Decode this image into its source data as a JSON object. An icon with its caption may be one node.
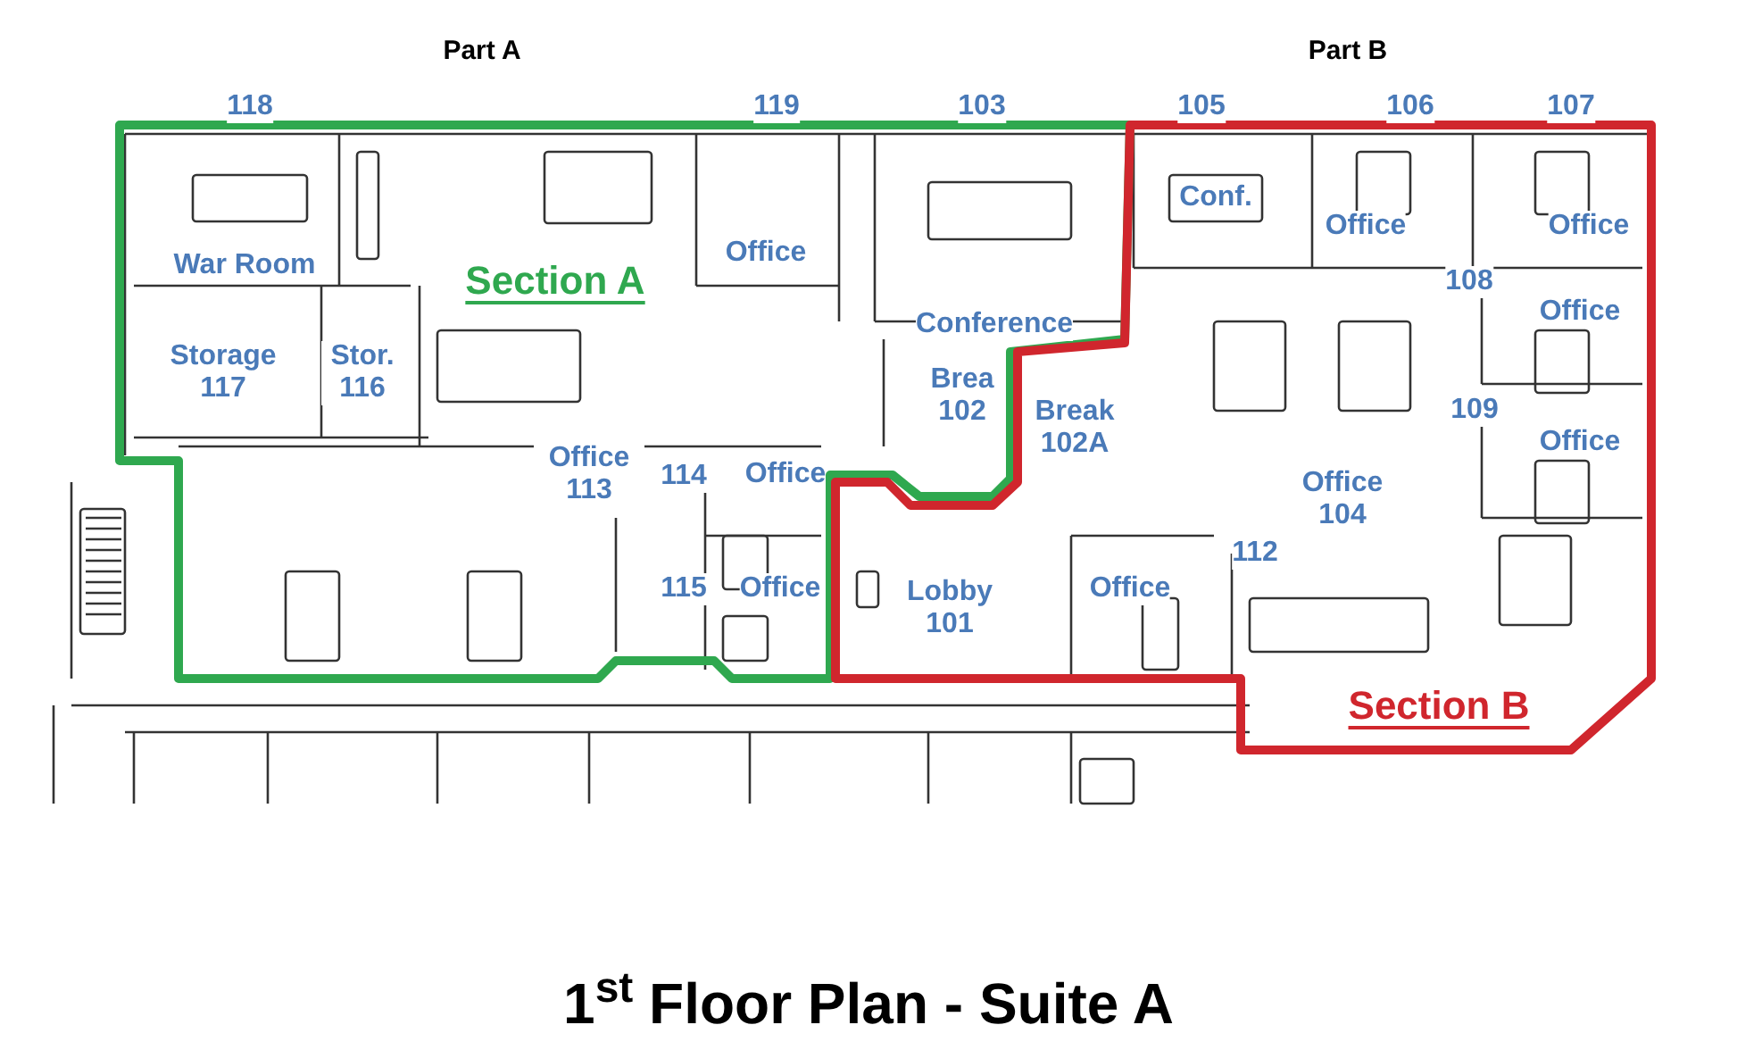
{
  "diagram": {
    "title": "1$^{st}$ Floor Plan - Suite A",
    "nodes": [
      {
        "text": [
          "Section A"
        ]
      },
      {
        "text": [
          "Section B"
        ]
      }
    ],
    "labels": [
      "Part A",
      "Part B",
      "118",
      "119",
      "103",
      "105",
      "106",
      "107",
      "Conf.",
      "Office",
      "Office",
      "War Room",
      "Office",
      "108",
      "Conference",
      "Office",
      "Storage 117",
      "Stor. 116",
      "Brea 102",
      "Break 102A",
      "109",
      "Office",
      "Office 113",
      "114",
      "Office",
      "Office 104",
      "115",
      "Office",
      "Office",
      "112",
      "Lobby 101"
    ]
  }
}
